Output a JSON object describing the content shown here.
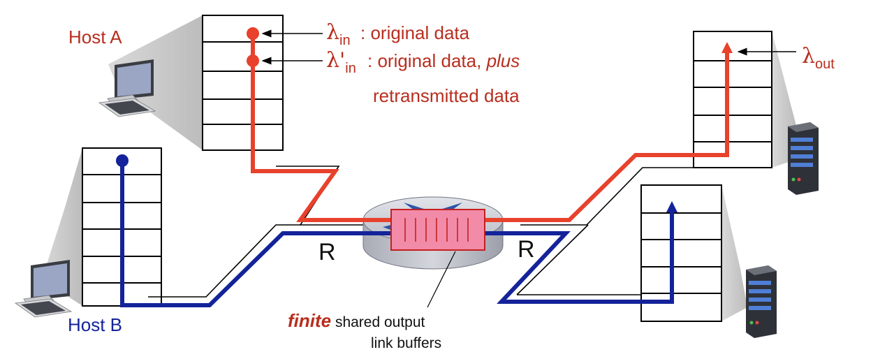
{
  "labels": {
    "host_a": "Host A",
    "host_b": "Host B",
    "lambda_symbol": "λ",
    "lambda_in_sub": "in",
    "lambda_in_text": ": original data",
    "lambda_in_prime_symbol": "λ'",
    "lambda_in_prime_text": ": original data, ",
    "plus": "plus",
    "retransmitted": "retransmitted data",
    "lambda_out_sub": "out",
    "link_left": "R",
    "link_right": "R",
    "finite": "finite",
    "shared_output": " shared output",
    "link_buffers": "link buffers"
  },
  "colors": {
    "host_a_flow": "#e8412c",
    "host_b_flow": "#14239a",
    "label_red": "#b82e1e",
    "buffer_fill": "#f28ba8"
  },
  "icons": [
    "desktop-computer-icon",
    "server-icon",
    "router-icon"
  ]
}
